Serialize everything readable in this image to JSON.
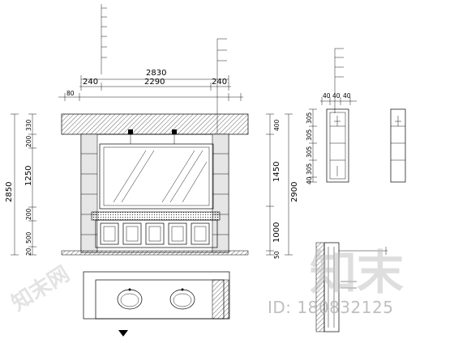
{
  "top_dims": {
    "total": "2830",
    "left": "240",
    "mid": "2290",
    "right": "240",
    "offset": "80"
  },
  "left_dims": {
    "total": "2850",
    "segs": [
      "330",
      "200",
      "1250",
      "200",
      "500",
      "20"
    ]
  },
  "right_dims": {
    "total": "2900",
    "segs": [
      "400",
      "1450",
      "1000",
      "50"
    ]
  },
  "small_top": [
    "40",
    "40",
    "40"
  ],
  "small_left": [
    "305",
    "305",
    "305",
    "305",
    "40"
  ],
  "leader_notes_left": [
    "",
    "",
    "",
    "",
    "",
    ""
  ],
  "leader_notes_mid": [
    "",
    "",
    ""
  ],
  "leader_notes_right": [
    "",
    "",
    "",
    ""
  ],
  "plan_title": "",
  "side_title": "",
  "watermark_id": "ID: 180832125",
  "logo_text": "知末",
  "logo_text_2": "知末网"
}
